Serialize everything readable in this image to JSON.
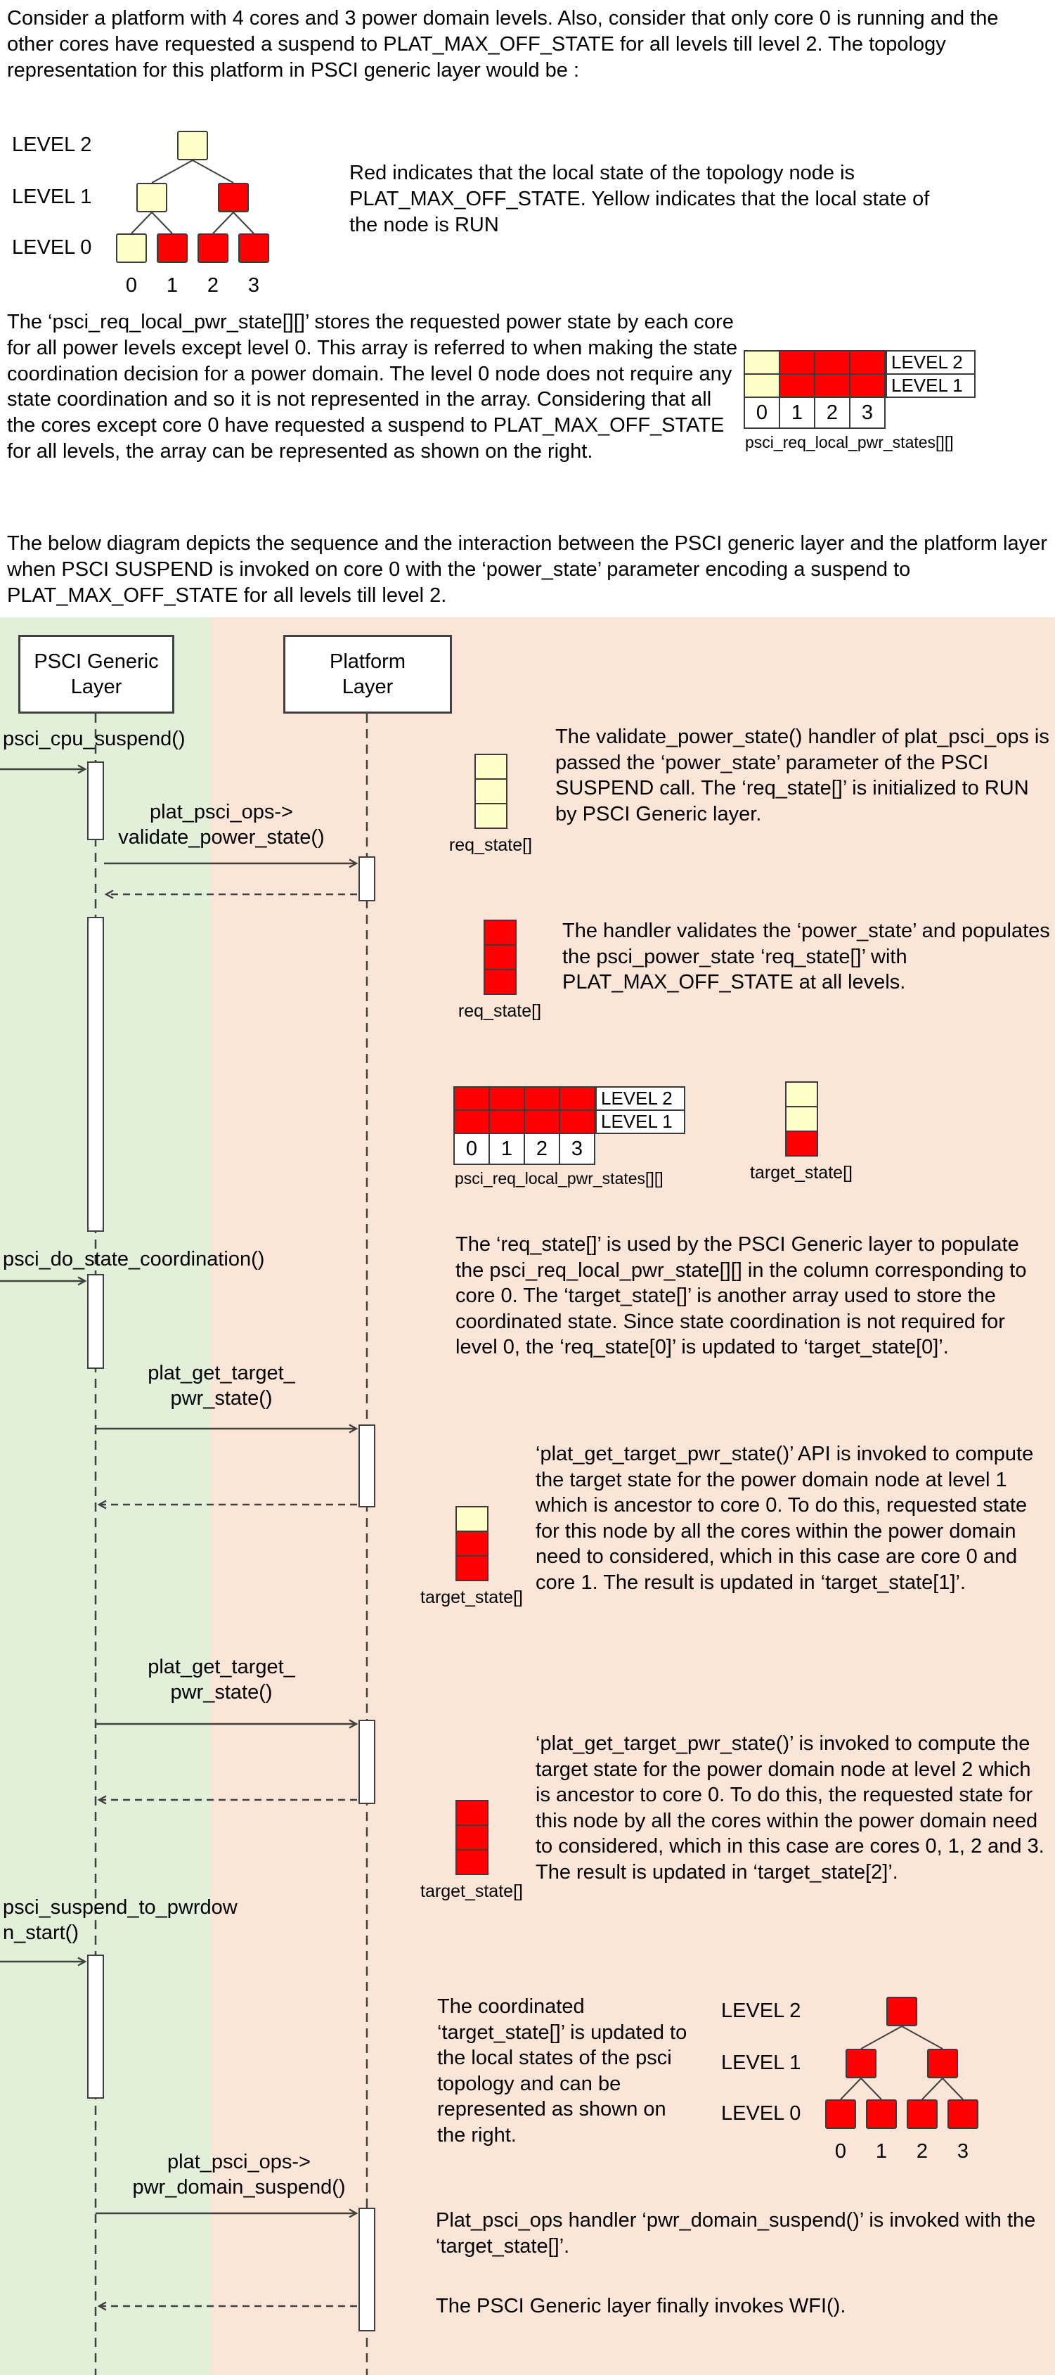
{
  "colors": {
    "red": "#ff0000",
    "yellow": "#ffffc8",
    "peach_bg": "#fbe5d6",
    "green_bg": "#e2efd9",
    "line": "#404040"
  },
  "intro": {
    "p1": "Consider a platform with 4 cores and 3 power domain levels. Also, consider that only core 0 is running and the other cores have requested a suspend to PLAT_MAX_OFF_STATE for all levels till level 2. The topology representation for this platform in PSCI generic layer would be :",
    "tree_note": "Red indicates that the local state of the topology node is PLAT_MAX_OFF_STATE. Yellow indicates that the local state of the node is RUN",
    "p2": "The ‘psci_req_local_pwr_state[][]’ stores the requested power state by each core for all power levels except level 0. This array is referred to when making the state coordination decision for a power domain. The level 0 node does not require any state coordination and so it is not represented in the array. Considering that all the cores except core 0 have requested a suspend to PLAT_MAX_OFF_STATE for all levels, the array can be represented as shown on the right.",
    "p3": "The below diagram depicts the sequence and the interaction between the PSCI generic layer and the platform layer when PSCI SUSPEND is invoked on core 0 with the ‘power_state’ parameter encoding a suspend to PLAT_MAX_OFF_STATE for all levels till level 2."
  },
  "labels": {
    "levels": [
      "LEVEL 2",
      "LEVEL 1",
      "LEVEL 0"
    ],
    "cores": [
      "0",
      "1",
      "2",
      "3"
    ],
    "req_state": "req_state[]",
    "target_state": "target_state[]",
    "pwr_states_caption": "psci_req_local_pwr_states[][]"
  },
  "trees": {
    "initial": {
      "levels": [
        [
          "yellow"
        ],
        [
          "yellow",
          "red"
        ],
        [
          "yellow",
          "red",
          "red",
          "red"
        ]
      ]
    },
    "final": {
      "levels": [
        [
          "red"
        ],
        [
          "red",
          "red"
        ],
        [
          "red",
          "red",
          "red",
          "red"
        ]
      ]
    }
  },
  "grids": {
    "initial": {
      "rows": [
        [
          "yellow",
          "red",
          "red",
          "red"
        ],
        [
          "yellow",
          "red",
          "red",
          "red"
        ]
      ]
    },
    "populated": {
      "rows": [
        [
          "red",
          "red",
          "red",
          "red"
        ],
        [
          "red",
          "red",
          "red",
          "red"
        ]
      ]
    }
  },
  "columns": {
    "req_init": {
      "cells": [
        "yellow",
        "yellow",
        "yellow"
      ],
      "label": "req_state[]"
    },
    "req_off": {
      "cells": [
        "red",
        "red",
        "red"
      ],
      "label": "req_state[]"
    },
    "target_l0": {
      "cells": [
        "yellow",
        "yellow",
        "red"
      ],
      "label": "target_state[]"
    },
    "target_l1": {
      "cells": [
        "yellow",
        "red",
        "red"
      ],
      "label": "target_state[]"
    },
    "target_l2": {
      "cells": [
        "red",
        "red",
        "red"
      ],
      "label": "target_state[]"
    }
  },
  "sequence": {
    "actors": {
      "psci": "PSCI Generic\nLayer",
      "platform": "Platform\nLayer"
    },
    "messages": {
      "cpu_suspend": "psci_cpu_suspend()",
      "validate": "plat_psci_ops->\nvalidate_power_state()",
      "coordination": "psci_do_state_coordination()",
      "get_target_1": "plat_get_target_\npwr_state()",
      "get_target_2": "plat_get_target_\npwr_state()",
      "suspend_start": "psci_suspend_to_pwrdow\nn_start()",
      "domain_suspend": "plat_psci_ops->\npwr_domain_suspend()"
    },
    "notes": {
      "n1": "The validate_power_state() handler of plat_psci_ops is passed the ‘power_state’ parameter of the PSCI SUSPEND call. The ‘req_state[]’ is initialized to RUN by PSCI Generic layer.",
      "n2": "The handler validates the ‘power_state’ and populates the psci_power_state ‘req_state[]’ with PLAT_MAX_OFF_STATE at all levels.",
      "n3": "The ‘req_state[]’ is used by the PSCI Generic layer to populate the psci_req_local_pwr_state[][] in the column corresponding to core 0. The ‘target_state[]’ is another array used to store the coordinated state. Since state coordination is not required for level 0, the ‘req_state[0]’ is updated to ‘target_state[0]’.",
      "n4": "‘plat_get_target_pwr_state()’ API is invoked to compute the target state for the power domain node at level 1 which is ancestor to core 0. To do this, requested state for this node by all the cores within the power domain need to considered, which in this case are core 0 and core 1. The result is updated in ‘target_state[1]’.",
      "n5": "‘plat_get_target_pwr_state()’ is invoked to compute the target state for the power domain node at level 2 which is ancestor to core 0. To do this, the requested state for this node by all the cores within the power domain need to considered, which in this case are cores 0, 1, 2 and 3. The result is updated in ‘target_state[2]’.",
      "n6": "The coordinated ‘target_state[]’ is updated to the local states of the psci topology and can be represented as shown on the right.",
      "n7": "Plat_psci_ops handler ‘pwr_domain_suspend()’ is invoked with the ‘target_state[]’.",
      "n8": "The PSCI Generic layer finally invokes WFI()."
    }
  }
}
